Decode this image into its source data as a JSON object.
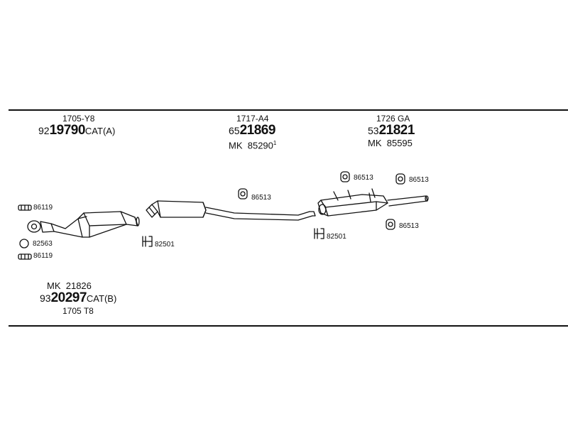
{
  "groups": [
    {
      "code": "1705-Y8",
      "pn_prefix": "92",
      "pn_main": "19790",
      "pn_suffix": "CAT(A)"
    },
    {
      "code": "1717-A4",
      "pn_prefix": "65",
      "pn_main": "21869",
      "mk_label": "MK",
      "mk_number": "85290",
      "mk_sup": "1"
    },
    {
      "code": "1726 GA",
      "pn_prefix": "53",
      "pn_main": "21821",
      "mk_label": "MK",
      "mk_number": "85595"
    },
    {
      "code": "1705 T8",
      "pn_prefix": "93",
      "pn_main": "20297",
      "pn_suffix": "CAT(B)",
      "mk_label": "MK",
      "mk_number": "21826"
    }
  ],
  "parts": {
    "p86119_a": "86119",
    "p82563": "82563",
    "p86119_b": "86119",
    "p82501_a": "82501",
    "p86513_a": "86513",
    "p82501_b": "82501",
    "p86513_b": "86513",
    "p86513_c": "86513",
    "p86513_d": "86513"
  }
}
